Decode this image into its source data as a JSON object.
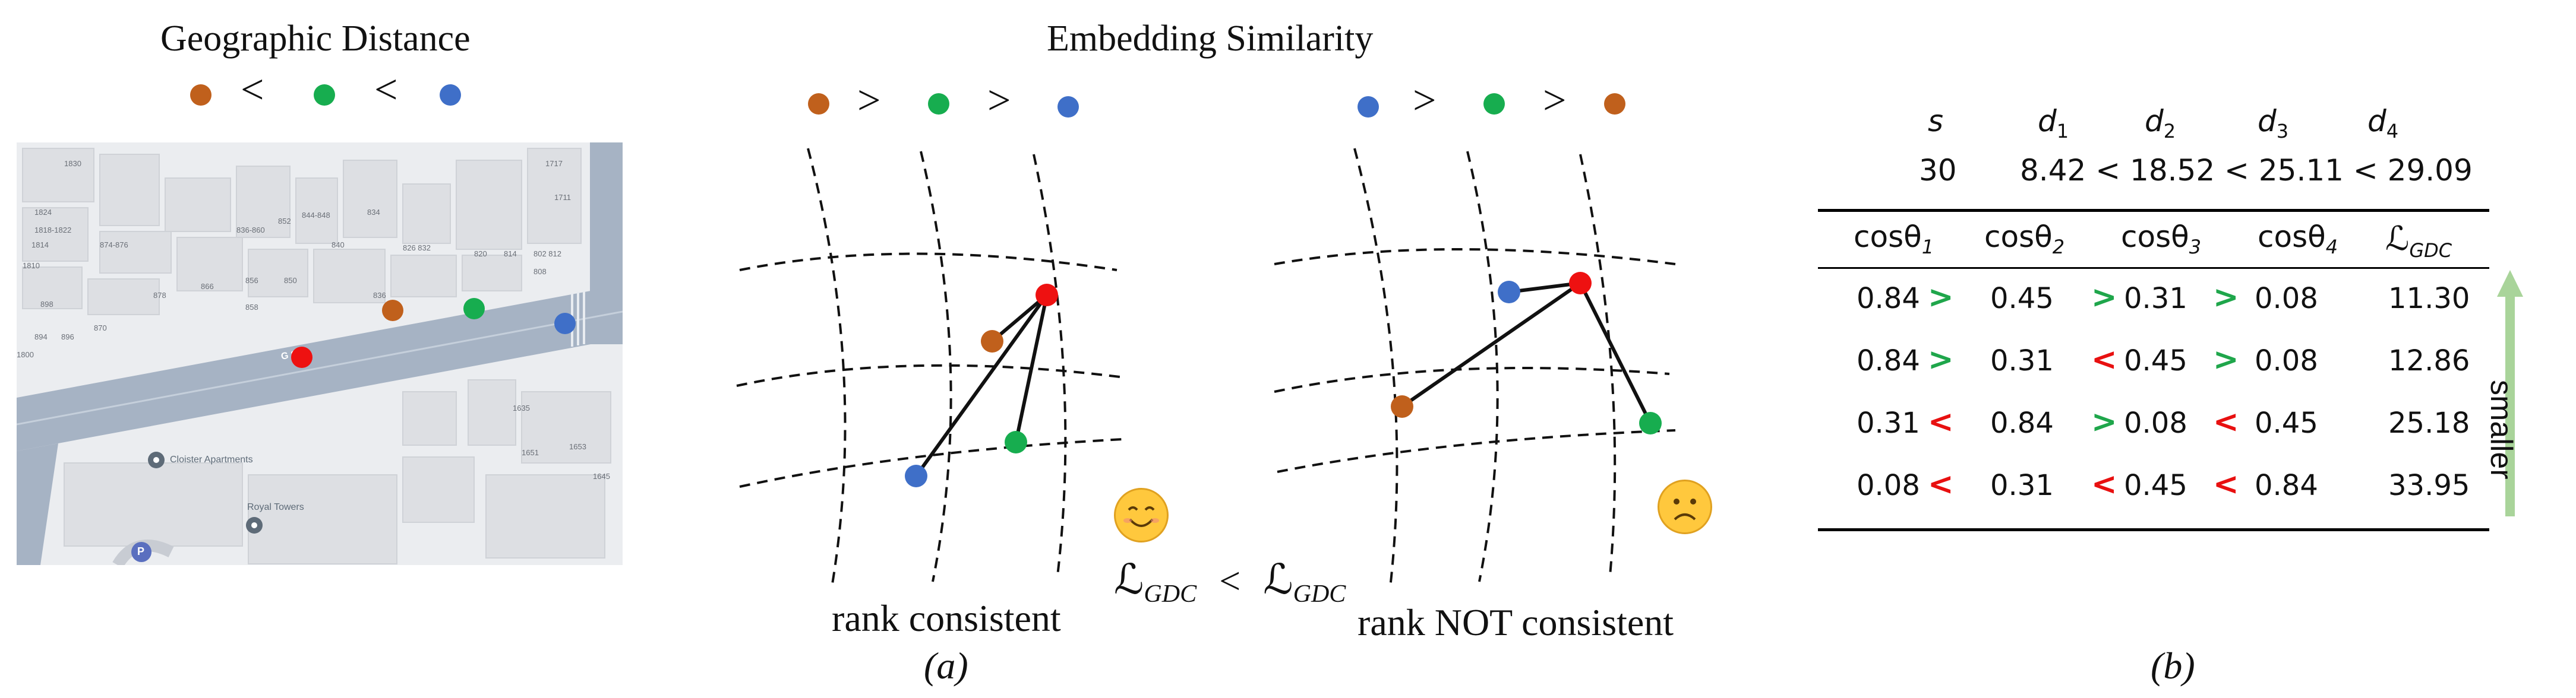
{
  "map_panel": {
    "title": "Geographic Distance",
    "order_symbols": [
      "<",
      "<"
    ],
    "street_label": "G   St",
    "place_labels": [
      "Cloister Apartments",
      "Royal Towers"
    ],
    "parking_glyph": "P",
    "building_numbers": [
      "1830",
      "1717",
      "1711",
      "1824",
      "1818-1822",
      "1814",
      "1810",
      "874-876",
      "836-860",
      "852",
      "844-848",
      "834",
      "826 832",
      "820",
      "814",
      "802 812",
      "808",
      "840",
      "878",
      "866",
      "856",
      "850",
      "898",
      "896",
      "894",
      "1800",
      "870",
      "858",
      "836",
      "1635",
      "1651",
      "1653",
      "1645"
    ]
  },
  "embedding_panel": {
    "title": "Embedding Similarity",
    "left_order_symbols": [
      ">",
      ">"
    ],
    "right_order_symbols": [
      ">",
      ">"
    ],
    "left_caption": "rank consistent",
    "right_caption": "rank NOT consistent",
    "loss_left": "ℒ",
    "loss_sub_left": "GDC",
    "loss_compare": "<",
    "loss_right": "ℒ",
    "loss_sub_right": "GDC",
    "panel_label": "(a)",
    "happy_face": "😊",
    "sad_face": "☹"
  },
  "colors": {
    "orange": "#c0601c",
    "green": "#17ad4f",
    "blue": "#3f6fc8",
    "red": "#ee1111",
    "gt_color": "#1fa64b",
    "lt_color": "#e81010",
    "arrow_green": "#a9d49a"
  },
  "table": {
    "top_headers": [
      "s",
      "d",
      "d",
      "d",
      "d"
    ],
    "top_header_subs": [
      "",
      "1",
      "2",
      "3",
      "4"
    ],
    "top_values_s": "30",
    "top_values_d": "8.42 < 18.52 < 25.11 < 29.09",
    "col_headers": [
      "cosθ",
      "cosθ",
      "cosθ",
      "cosθ",
      "ℒ"
    ],
    "col_header_subs": [
      "1",
      "2",
      "3",
      "4",
      "GDC"
    ],
    "rows": [
      {
        "v": [
          "0.84",
          "0.45",
          "0.31",
          "0.08"
        ],
        "ops": [
          ">",
          ">",
          ">"
        ],
        "loss": "11.30"
      },
      {
        "v": [
          "0.84",
          "0.31",
          "0.45",
          "0.08"
        ],
        "ops": [
          ">",
          "<",
          ">"
        ],
        "loss": "12.86"
      },
      {
        "v": [
          "0.31",
          "0.84",
          "0.08",
          "0.45"
        ],
        "ops": [
          "<",
          ">",
          "<"
        ],
        "loss": "25.18"
      },
      {
        "v": [
          "0.08",
          "0.31",
          "0.45",
          "0.84"
        ],
        "ops": [
          "<",
          "<",
          "<"
        ],
        "loss": "33.95"
      }
    ],
    "arrow_label": "smaller",
    "panel_label": "(b)"
  }
}
